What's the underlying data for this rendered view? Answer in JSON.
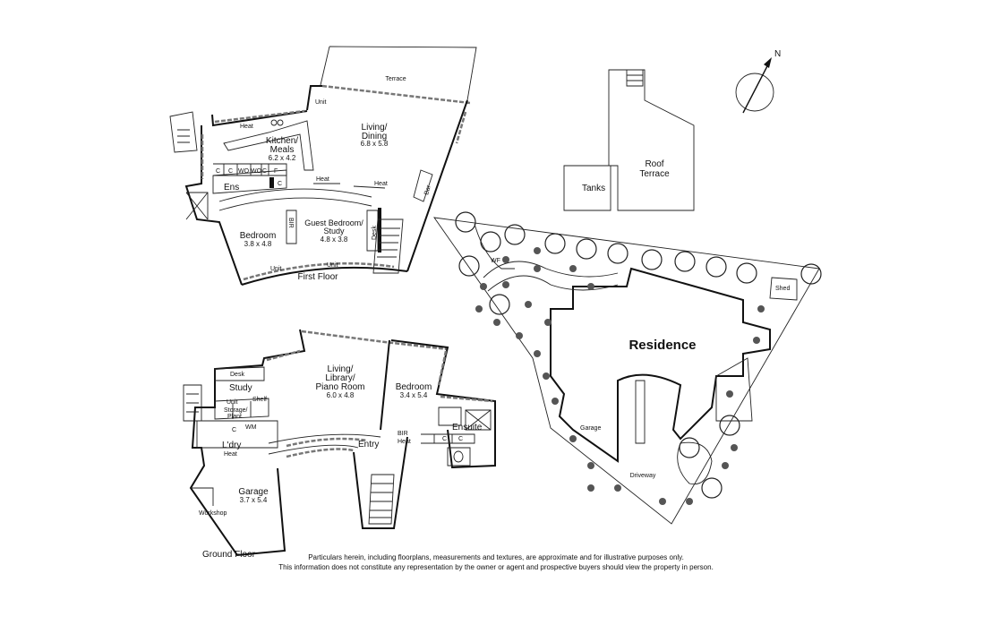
{
  "compass": {
    "label": "N"
  },
  "first_floor": {
    "title": "First Floor",
    "rooms": {
      "terrace": "Terrace",
      "living_dining": "Living/",
      "living_dining2": "Dining",
      "living_dining_dim": "6.8 x 5.8",
      "kitchen": "Kitchen/",
      "kitchen2": "Meals",
      "kitchen_dim": "6.2 x 4.2",
      "bedroom": "Bedroom",
      "bedroom_dim": "3.8 x 4.8",
      "guest": "Guest Bedroom/",
      "guest2": "Study",
      "guest_dim": "4.8 x 3.8",
      "ens": "Ens",
      "bir": "BIR",
      "desk": "Desk",
      "bar": "Bar",
      "unit": "Unit",
      "heat": "Heat",
      "cupboards": [
        "C",
        "C",
        "WO",
        "WO",
        "C",
        "F"
      ],
      "c": "C"
    }
  },
  "ground_floor": {
    "title": "Ground Floor",
    "rooms": {
      "living": "Living/",
      "living2": "Library/",
      "living3": "Piano Room",
      "living_dim": "6.0 x 4.8",
      "bedroom": "Bedroom",
      "bedroom_dim": "3.4 x 5.4",
      "study": "Study",
      "desk": "Desk",
      "unit": "Unit",
      "shelf": "Shelf",
      "storage": "Storage/",
      "storage2": "Plant",
      "ldry": "L'dry",
      "wm": "WM",
      "c": "C",
      "heat": "Heat",
      "entry": "Entry",
      "bir": "BIR",
      "ensuite": "Ensuite",
      "garage": "Garage",
      "garage_dim": "3.7 x 5.4",
      "workshop": "Workshop"
    }
  },
  "site": {
    "roof_terrace": "Roof",
    "roof_terrace2": "Terrace",
    "tanks": "Tanks",
    "residence": "Residence",
    "garage": "Garage",
    "driveway": "Driveway",
    "shed": "Shed",
    "wf": "WF"
  },
  "disclaimer": {
    "line1": "Particulars herein, including floorplans, measurements and textures, are approximate and for illustrative purposes only.",
    "line2": "This information does not constitute any representation by the owner or agent and prospective buyers should view the property in person."
  }
}
